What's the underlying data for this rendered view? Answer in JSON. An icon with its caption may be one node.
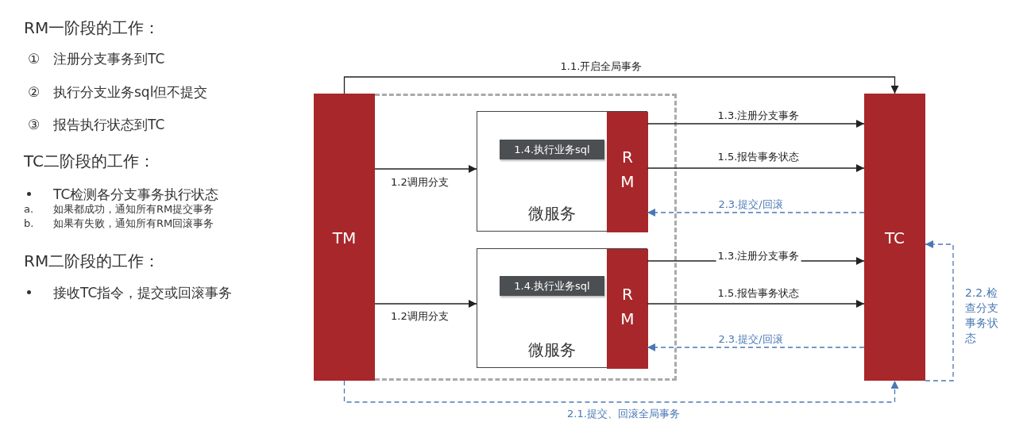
{
  "diagram": {
    "nodes": [
      {
        "text": [
          "TM"
        ]
      },
      {
        "text": [],
        "shape": "box"
      },
      {
        "text": [
          "微服务"
        ],
        "in": 1
      },
      {
        "text": [
          "R M"
        ],
        "in": 2
      },
      {
        "text": [
          "1.4.执行业务sql"
        ],
        "in": 2
      },
      {
        "text": [
          "微服务"
        ],
        "in": 1
      },
      {
        "text": [
          "R M"
        ],
        "in": 5
      },
      {
        "text": [
          "1.4.执行业务sql"
        ],
        "in": 5
      },
      {
        "text": [
          "TC"
        ]
      }
    ],
    "edges": [
      {
        "from": 0,
        "to": 8,
        "arrow": "to",
        "label": "1.1.开启全局事务"
      },
      {
        "from": 0,
        "to": 2,
        "arrow": "to",
        "label": "1.2调用分支"
      },
      {
        "from": 0,
        "to": 5,
        "arrow": "to",
        "label": "1.2调用分支"
      },
      {
        "from": 3,
        "to": 8,
        "arrow": "to",
        "label": "1.3.注册分支事务"
      },
      {
        "from": 3,
        "to": 8,
        "arrow": "to",
        "label": "1.5.报告事务状态"
      },
      {
        "from": 8,
        "to": 3,
        "arrow": "to",
        "label": "2.3.提交/回滚",
        "style": "dashed",
        "color": "#4a78b5"
      },
      {
        "from": 6,
        "to": 8,
        "arrow": "to",
        "label": "1.3.注册分支事务"
      },
      {
        "from": 6,
        "to": 8,
        "arrow": "to",
        "label": "1.5.报告事务状态"
      },
      {
        "from": 8,
        "to": 6,
        "arrow": "to",
        "label": "2.3.提交/回滚",
        "style": "dashed",
        "color": "#4a78b5"
      },
      {
        "from": 0,
        "to": 8,
        "arrow": "to",
        "label": "2.1.提交、回滚全局事务",
        "style": "dashed",
        "color": "#4a78b5"
      },
      {
        "from": 8,
        "to": 8,
        "arrow": "to",
        "label": "2.2.检查分支事务状态",
        "style": "dashed",
        "color": "#4a78b5"
      }
    ],
    "labels": [
      "RM一阶段的工作：",
      "①",
      "注册分支事务到TC",
      "②",
      "执行分支业务sql但不提交",
      "③",
      "报告执行状态到TC",
      "TC二阶段的工作：",
      "TC检测各分支事务执行状态",
      "a.",
      "如果都成功，通知所有RM提交事务",
      "b.",
      "如果有失败，通知所有RM回滚事务",
      "RM二阶段的工作：",
      "接收TC指令，提交或回滚事务"
    ]
  }
}
